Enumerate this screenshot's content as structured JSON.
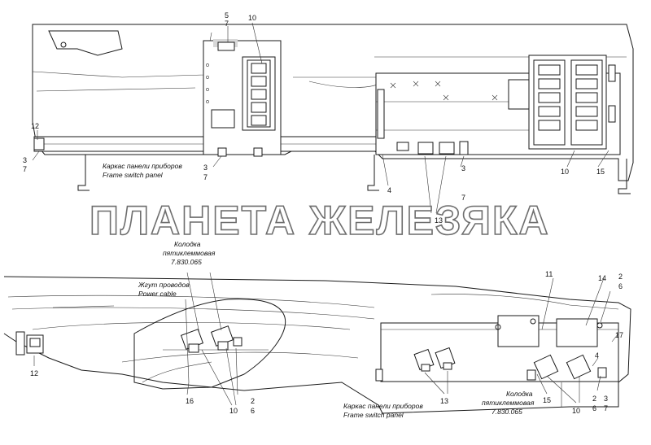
{
  "watermark": "ПЛАНЕТА ЖЕЛЕЗЯКА",
  "top_view": {
    "callouts": {
      "c5_7": [
        "5",
        "7"
      ],
      "c10_top": "10",
      "c12": "12",
      "c3_7_left": [
        "3",
        "7"
      ],
      "c3_7_mid": [
        "3",
        "7"
      ],
      "c4": "4",
      "c13": "13",
      "c3_7_right": [
        "3",
        "7"
      ],
      "c10_right": "10",
      "c15": "15"
    },
    "frame_label": [
      "Каркас панели приборов",
      "Frame switch panel"
    ]
  },
  "bottom_view": {
    "connector_label_top": [
      "Колодка",
      "пятиклеммовая",
      "7.830.065"
    ],
    "harness_label": [
      "Жгут проводов",
      "Power cable"
    ],
    "callouts": {
      "c11": "11",
      "c14": "14",
      "c2_6_top": [
        "2",
        "6"
      ],
      "c17": "17",
      "c4": "4",
      "c12": "12",
      "c16": "16",
      "c10_left": "10",
      "c2_6_left": [
        "2",
        "6"
      ],
      "c13": "13",
      "c15": "15",
      "c10_right": "10",
      "c2_6_right": [
        "2",
        "6"
      ],
      "c3_7": [
        "3",
        "7"
      ]
    },
    "frame_label": [
      "Каркас панели приборов",
      "Frame switch panel"
    ],
    "connector_label_bottom": [
      "Колодка",
      "пятиклеммовая",
      "7.830.065"
    ]
  }
}
